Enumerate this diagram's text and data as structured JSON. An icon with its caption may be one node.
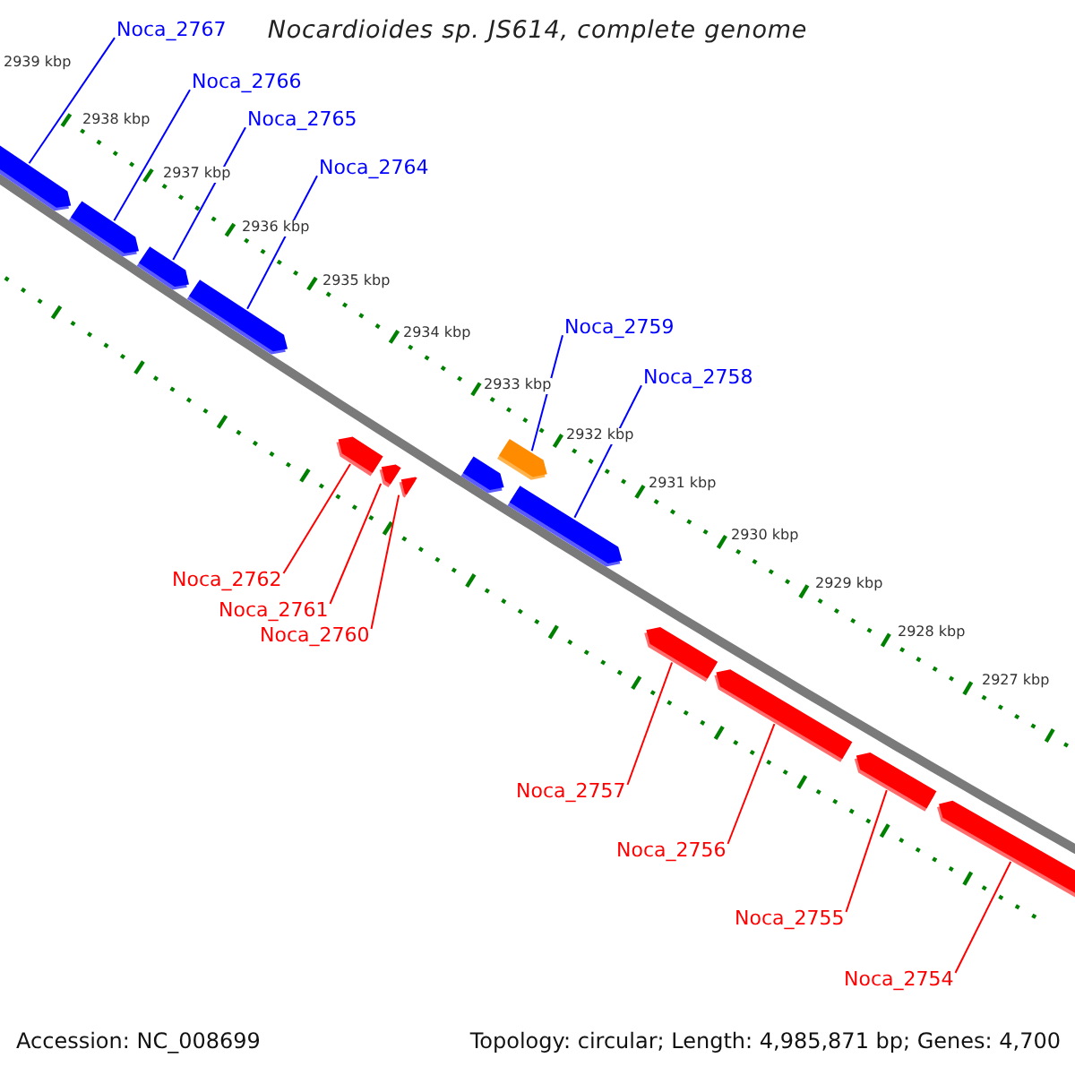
{
  "diagram": {
    "title": "Nocardioides sp. JS614, complete genome",
    "nodes": [
      {
        "text": [],
        "shape": "bar"
      },
      {
        "text": [],
        "shape": "bar"
      },
      {
        "text": [],
        "shape": "bar"
      },
      {
        "text": [],
        "shape": "bar"
      },
      {
        "text": [],
        "shape": "bar"
      },
      {
        "text": [],
        "shape": "bar"
      },
      {
        "text": [],
        "shape": "bar"
      },
      {
        "text": [],
        "shape": "bar"
      },
      {
        "text": [],
        "shape": "bar"
      },
      {
        "text": [],
        "shape": "bar"
      },
      {
        "text": [],
        "shape": "bar"
      },
      {
        "text": [],
        "shape": "bar"
      },
      {
        "text": [],
        "shape": "bar"
      },
      {
        "text": [],
        "shape": "bar"
      },
      {
        "text": [
          "Noca_2767"
        ]
      },
      {
        "text": [
          "Noca_2766"
        ]
      },
      {
        "text": [
          "Noca_2765"
        ]
      },
      {
        "text": [
          "Noca_2764"
        ]
      },
      {
        "text": [
          "Noca_2759"
        ]
      },
      {
        "text": [
          "Noca_2758"
        ]
      },
      {
        "text": [
          "Noca_2762"
        ]
      },
      {
        "text": [
          "Noca_2761"
        ]
      },
      {
        "text": [
          "Noca_2760"
        ]
      },
      {
        "text": [
          "Noca_2757"
        ]
      },
      {
        "text": [
          "Noca_2756"
        ]
      },
      {
        "text": [
          "Noca_2755"
        ]
      },
      {
        "text": [
          "Noca_2754"
        ]
      }
    ],
    "edges": [
      {
        "from": 14,
        "to": 0,
        "arrow": "none",
        "color": "#0000ff"
      },
      {
        "from": 15,
        "to": 1,
        "arrow": "none",
        "color": "#0000ff"
      },
      {
        "from": 16,
        "to": 2,
        "arrow": "none",
        "color": "#0000ff"
      },
      {
        "from": 17,
        "to": 3,
        "arrow": "none",
        "color": "#0000ff"
      },
      {
        "from": 18,
        "to": 7,
        "arrow": "none",
        "color": "#0000ff"
      },
      {
        "from": 19,
        "to": 9,
        "arrow": "none",
        "color": "#0000ff"
      },
      {
        "from": 20,
        "to": 4,
        "arrow": "none"
      },
      {
        "from": 21,
        "to": 5,
        "arrow": "none"
      },
      {
        "from": 22,
        "to": 6,
        "arrow": "none"
      },
      {
        "from": 23,
        "to": 10,
        "arrow": "none"
      },
      {
        "from": 24,
        "to": 11,
        "arrow": "none"
      },
      {
        "from": 25,
        "to": 12,
        "arrow": "none"
      },
      {
        "from": 26,
        "to": 13,
        "arrow": "none"
      }
    ],
    "labels": [
      "2939 kbp",
      "2938 kbp",
      "2937 kbp",
      "2936 kbp",
      "2935 kbp",
      "2934 kbp",
      "2933 kbp",
      "2932 kbp",
      "2931 kbp",
      "2930 kbp",
      "2929 kbp",
      "2928 kbp",
      "2927 kbp",
      "Accession: NC_008699",
      "Topology: circular; Length: 4,985,871 bp; Genes: 4,700"
    ]
  }
}
